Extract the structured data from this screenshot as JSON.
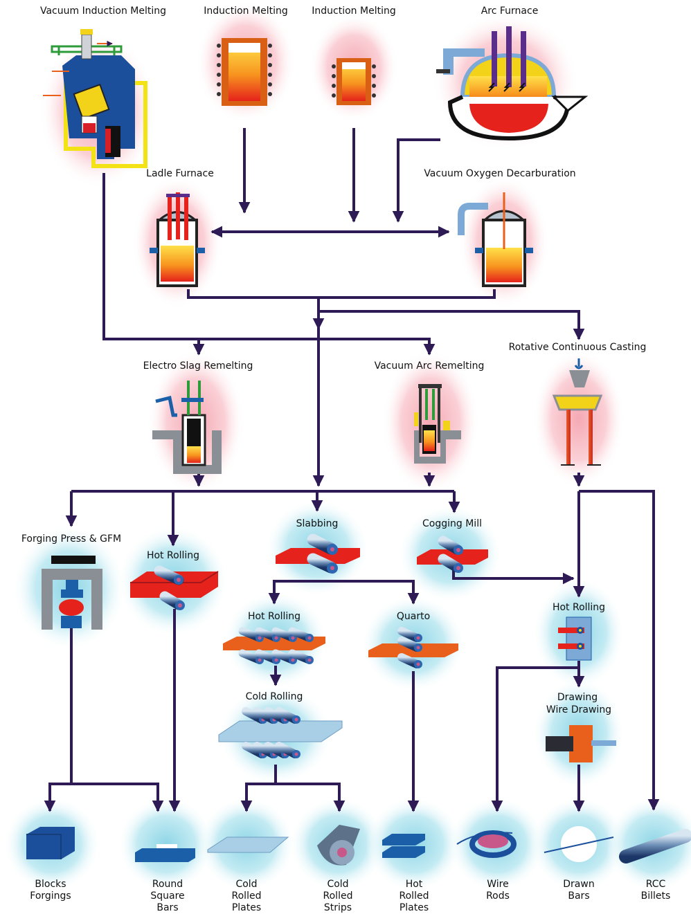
{
  "stages": {
    "vim": "Vacuum Induction Melting",
    "im1": "Induction Melting",
    "im2": "Induction Melting",
    "arc": "Arc Furnace",
    "ladle": "Ladle Furnace",
    "vod": "Vacuum Oxygen Decarburation",
    "rcc": "Rotative Continuous Casting",
    "esr": "Electro Slag Remelting",
    "var": "Vacuum Arc Remelting",
    "forging": "Forging Press & GFM",
    "hot_rolling_1": "Hot Rolling",
    "slabbing": "Slabbing",
    "cogging": "Cogging Mill",
    "hot_rolling_2": "Hot Rolling",
    "quarto": "Quarto",
    "hot_rolling_3": "Hot Rolling",
    "cold_rolling": "Cold Rolling",
    "drawing": "Drawing",
    "wire_drawing": "Wire Drawing"
  },
  "products": [
    {
      "line1": "Blocks",
      "line2": "Forgings",
      "line3": ""
    },
    {
      "line1": "Round",
      "line2": "Square",
      "line3": "Bars"
    },
    {
      "line1": "Cold",
      "line2": "Rolled",
      "line3": "Plates"
    },
    {
      "line1": "Cold",
      "line2": "Rolled",
      "line3": "Strips"
    },
    {
      "line1": "Hot",
      "line2": "Rolled",
      "line3": "Plates"
    },
    {
      "line1": "Wire",
      "line2": "Rods",
      "line3": ""
    },
    {
      "line1": "Drawn",
      "line2": "Bars",
      "line3": ""
    },
    {
      "line1": "RCC",
      "line2": "Billets",
      "line3": ""
    }
  ],
  "colors": {
    "flow": "#2e1a55",
    "melt_glow": "#f6a9b4",
    "process_glow": "#8fd6e6",
    "steel_blue": "#1b5fa8",
    "hot_red": "#e8332a"
  }
}
